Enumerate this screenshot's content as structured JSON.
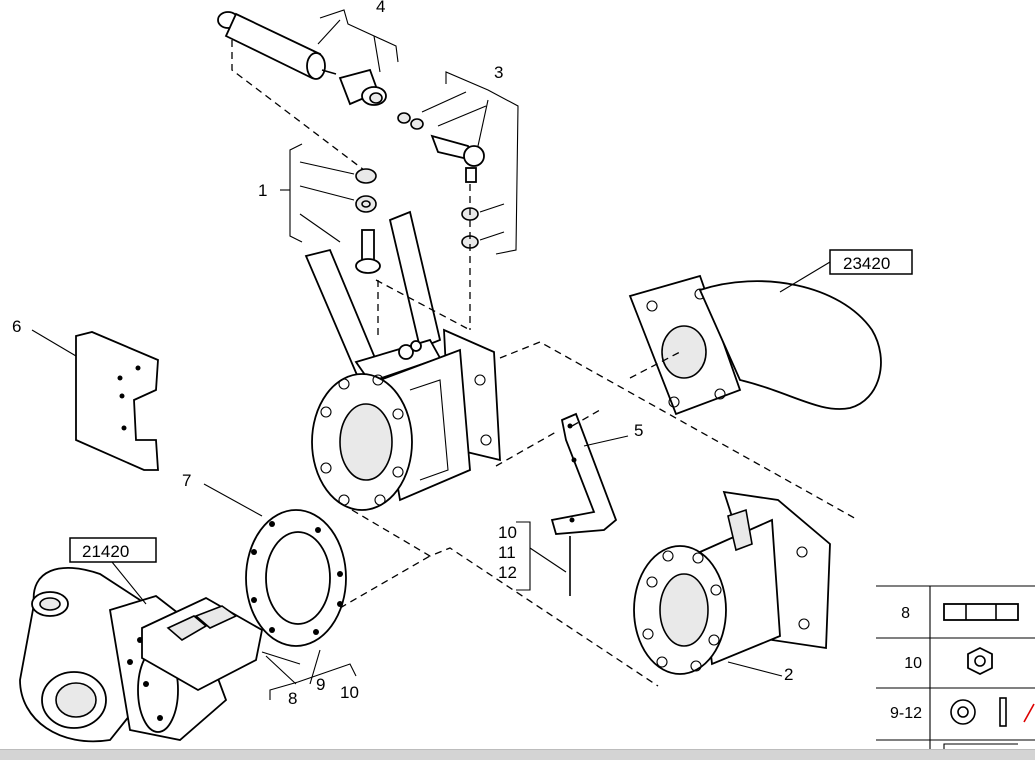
{
  "callouts": {
    "c1": "1",
    "c2": "2",
    "c3": "3",
    "c4": "4",
    "c5": "5",
    "c6": "6",
    "c7": "7",
    "c8": "8",
    "c9": "9",
    "c10": "10",
    "c10b": "10",
    "c11": "11",
    "c12": "12"
  },
  "references": {
    "ref_a": "23420",
    "ref_b": "21420"
  },
  "legend": {
    "row1": "8",
    "row2": "10",
    "row3": "9-12"
  }
}
